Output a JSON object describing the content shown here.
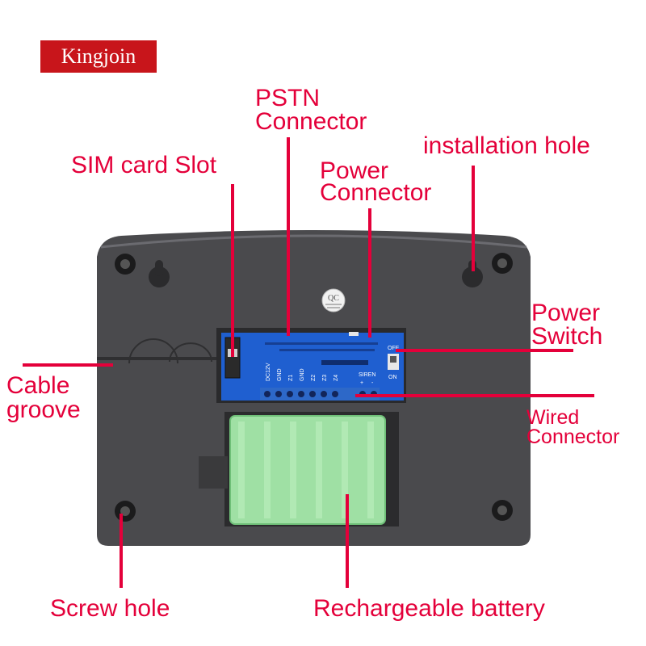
{
  "brand": "Kingjoin",
  "colors": {
    "accent": "#e4003a",
    "brand_bg": "#c8151b",
    "device": "#4a4a4d",
    "board": "#1f5fd0",
    "terminal": "#2d68c8",
    "battery": "#9fe0a4"
  },
  "labels": {
    "pstn": [
      "PSTN",
      "Connector"
    ],
    "sim": "SIM card Slot",
    "install": "installation hole",
    "power_conn": [
      "Power",
      "Connector"
    ],
    "power_switch": [
      "Power",
      "Switch"
    ],
    "cable": [
      "Cable",
      "groove"
    ],
    "wired": [
      "Wired",
      "Connector"
    ],
    "screw": "Screw hole",
    "battery": "Rechargeable battery"
  },
  "device": {
    "qc_sticker": "QC",
    "switch_off": "OFF",
    "switch_on": "ON",
    "siren": "SIREN",
    "terminal_labels": [
      "DC12V",
      "GND",
      "Z1",
      "GND",
      "Z2",
      "Z3",
      "Z4",
      "+",
      "-"
    ]
  }
}
